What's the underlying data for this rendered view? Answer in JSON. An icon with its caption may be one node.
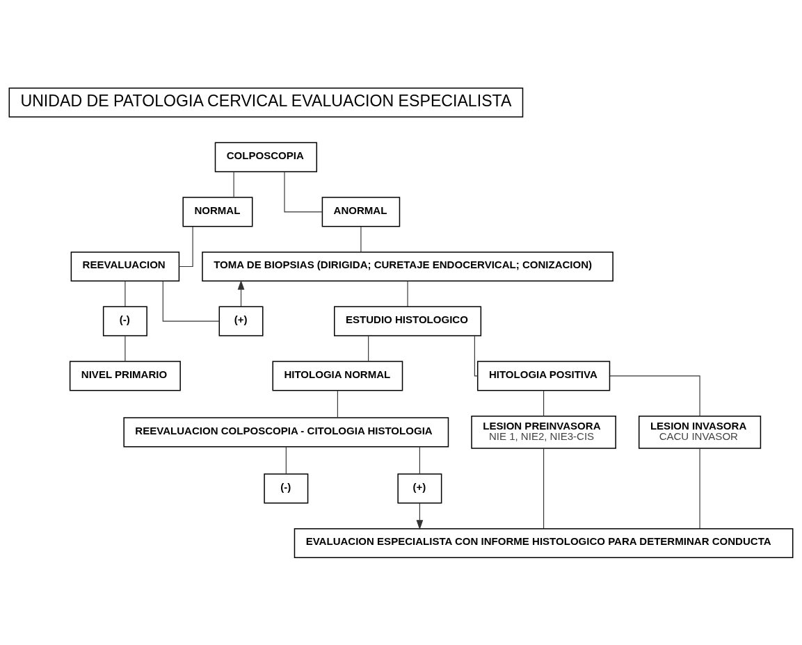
{
  "diagram": {
    "nodes": [
      {
        "text": [
          "UNIDAD DE PATOLOGIA CERVICAL EVALUACION ESPECIALISTA"
        ]
      },
      {
        "text": [
          "COLPOSCOPIA"
        ]
      },
      {
        "text": [
          "NORMAL"
        ]
      },
      {
        "text": [
          "ANORMAL"
        ]
      },
      {
        "text": [
          "REEVALUACION"
        ]
      },
      {
        "text": [
          "TOMA DE BIOPSIAS (DIRIGIDA; CURETAJE ENDOCERVICAL; CONIZACION)"
        ]
      },
      {
        "text": [
          "(-)"
        ]
      },
      {
        "text": [
          "(+)"
        ]
      },
      {
        "text": [
          "NIVEL PRIMARIO"
        ]
      },
      {
        "text": [
          "ESTUDIO HISTOLOGICO"
        ]
      },
      {
        "text": [
          "HITOLOGIA NORMAL"
        ]
      },
      {
        "text": [
          "HITOLOGIA POSITIVA"
        ]
      },
      {
        "text": [
          "REEVALUACION COLPOSCOPIA - CITOLOGIA HISTOLOGIA"
        ]
      },
      {
        "text": [
          "LESION PREINVASORA",
          "NIE 1, NIE2, NIE3-CIS"
        ]
      },
      {
        "text": [
          "LESION INVASORA",
          "CACU INVASOR"
        ]
      },
      {
        "text": [
          "(-)"
        ]
      },
      {
        "text": [
          "(+)"
        ]
      },
      {
        "text": [
          "EVALUACION ESPECIALISTA CON INFORME HISTOLOGICO PARA DETERMINAR CONDUCTA"
        ]
      }
    ],
    "edges": [
      {
        "from": 1,
        "to": 2,
        "arrow": "none"
      },
      {
        "from": 1,
        "to": 3,
        "arrow": "none"
      },
      {
        "from": 2,
        "to": 4,
        "arrow": "none"
      },
      {
        "from": 3,
        "to": 5,
        "arrow": "none"
      },
      {
        "from": 4,
        "to": 6,
        "arrow": "none"
      },
      {
        "from": 4,
        "to": 7,
        "arrow": "none"
      },
      {
        "from": 6,
        "to": 8,
        "arrow": "none"
      },
      {
        "from": 7,
        "to": 5,
        "arrow": "to"
      },
      {
        "from": 5,
        "to": 9,
        "arrow": "none"
      },
      {
        "from": 9,
        "to": 10,
        "arrow": "none"
      },
      {
        "from": 9,
        "to": 11,
        "arrow": "none"
      },
      {
        "from": 10,
        "to": 12,
        "arrow": "none"
      },
      {
        "from": 11,
        "to": 13,
        "arrow": "none"
      },
      {
        "from": 11,
        "to": 14,
        "arrow": "none"
      },
      {
        "from": 12,
        "to": 15,
        "arrow": "none"
      },
      {
        "from": 12,
        "to": 16,
        "arrow": "none"
      },
      {
        "from": 13,
        "to": 17,
        "arrow": "none"
      },
      {
        "from": 14,
        "to": 17,
        "arrow": "none"
      },
      {
        "from": 16,
        "to": 17,
        "arrow": "to"
      }
    ]
  }
}
